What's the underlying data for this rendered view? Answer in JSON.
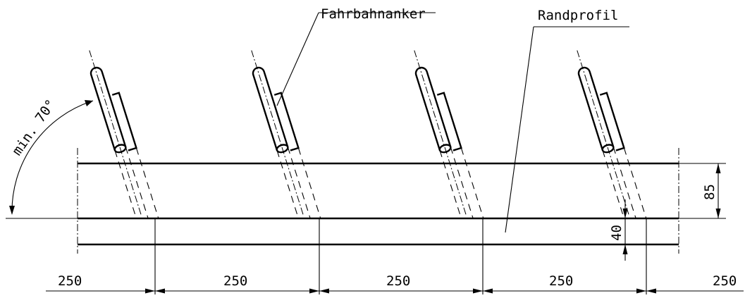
{
  "labels": {
    "anchor": "Fahrbahnanker",
    "edge_profile": "Randprofil",
    "angle": "min. 70°"
  },
  "dimensions": {
    "spacing": [
      "250",
      "250",
      "250",
      "250",
      "250"
    ],
    "height_total": "85",
    "height_lower": "40"
  }
}
